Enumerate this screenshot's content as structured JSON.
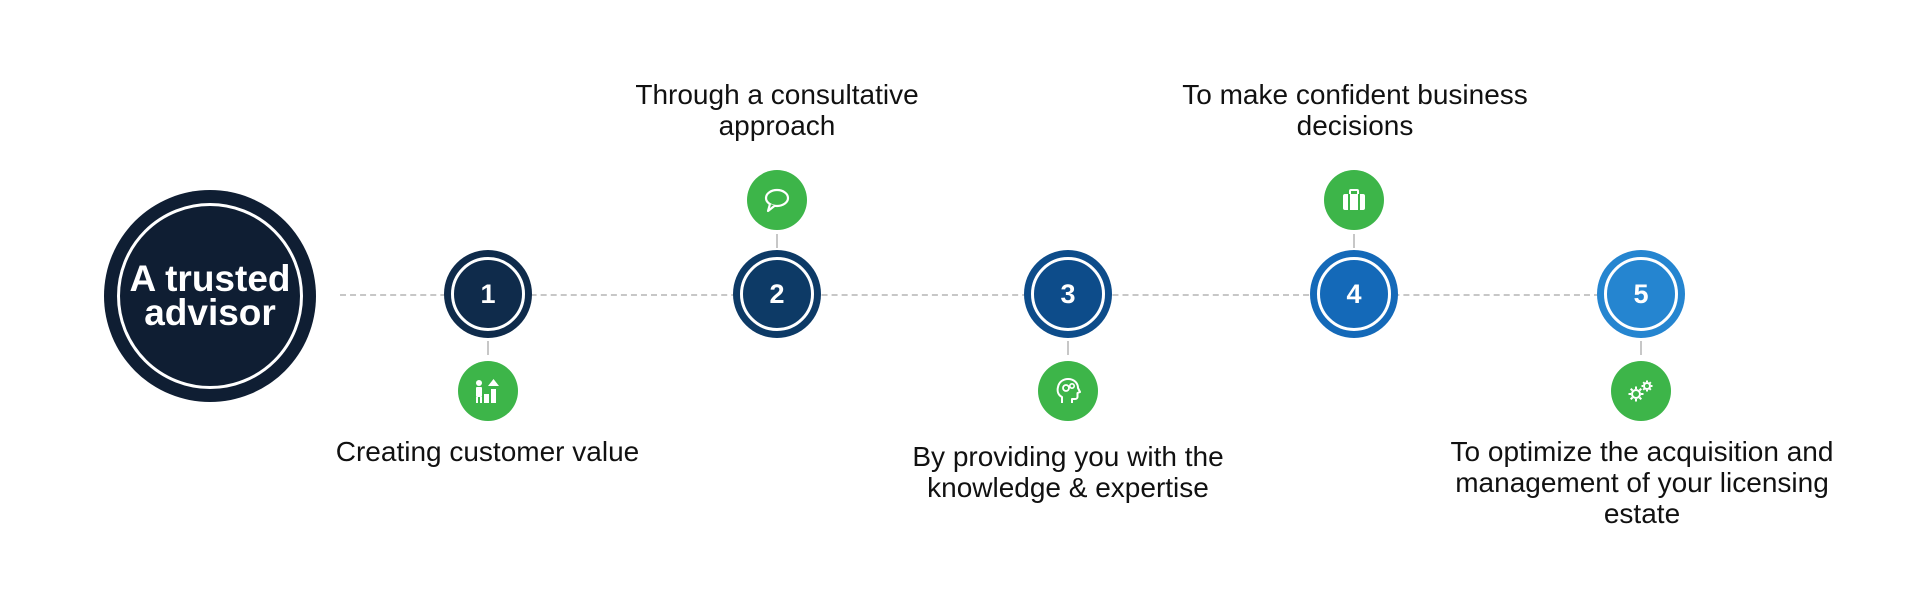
{
  "hero": {
    "label": "A trusted advisor",
    "color": "#0f1e33"
  },
  "accent_green": "#3db549",
  "connector_color": "#c7c7c7",
  "steps": [
    {
      "number": "1",
      "color": "#0f2b4b",
      "caption": "Creating customer value",
      "icon": "growth-chart-icon"
    },
    {
      "number": "2",
      "color": "#0d3a66",
      "caption": "Through a consultative approach",
      "icon": "speech-bubble-icon"
    },
    {
      "number": "3",
      "color": "#0d4c8a",
      "caption": "By providing you with the knowledge & expertise",
      "icon": "head-gears-icon"
    },
    {
      "number": "4",
      "color": "#1469b8",
      "caption": "To make confident business decisions",
      "icon": "briefcase-icon"
    },
    {
      "number": "5",
      "color": "#2585d0",
      "caption": "To optimize the acquisition and management of your licensing estate",
      "icon": "gears-icon"
    }
  ]
}
